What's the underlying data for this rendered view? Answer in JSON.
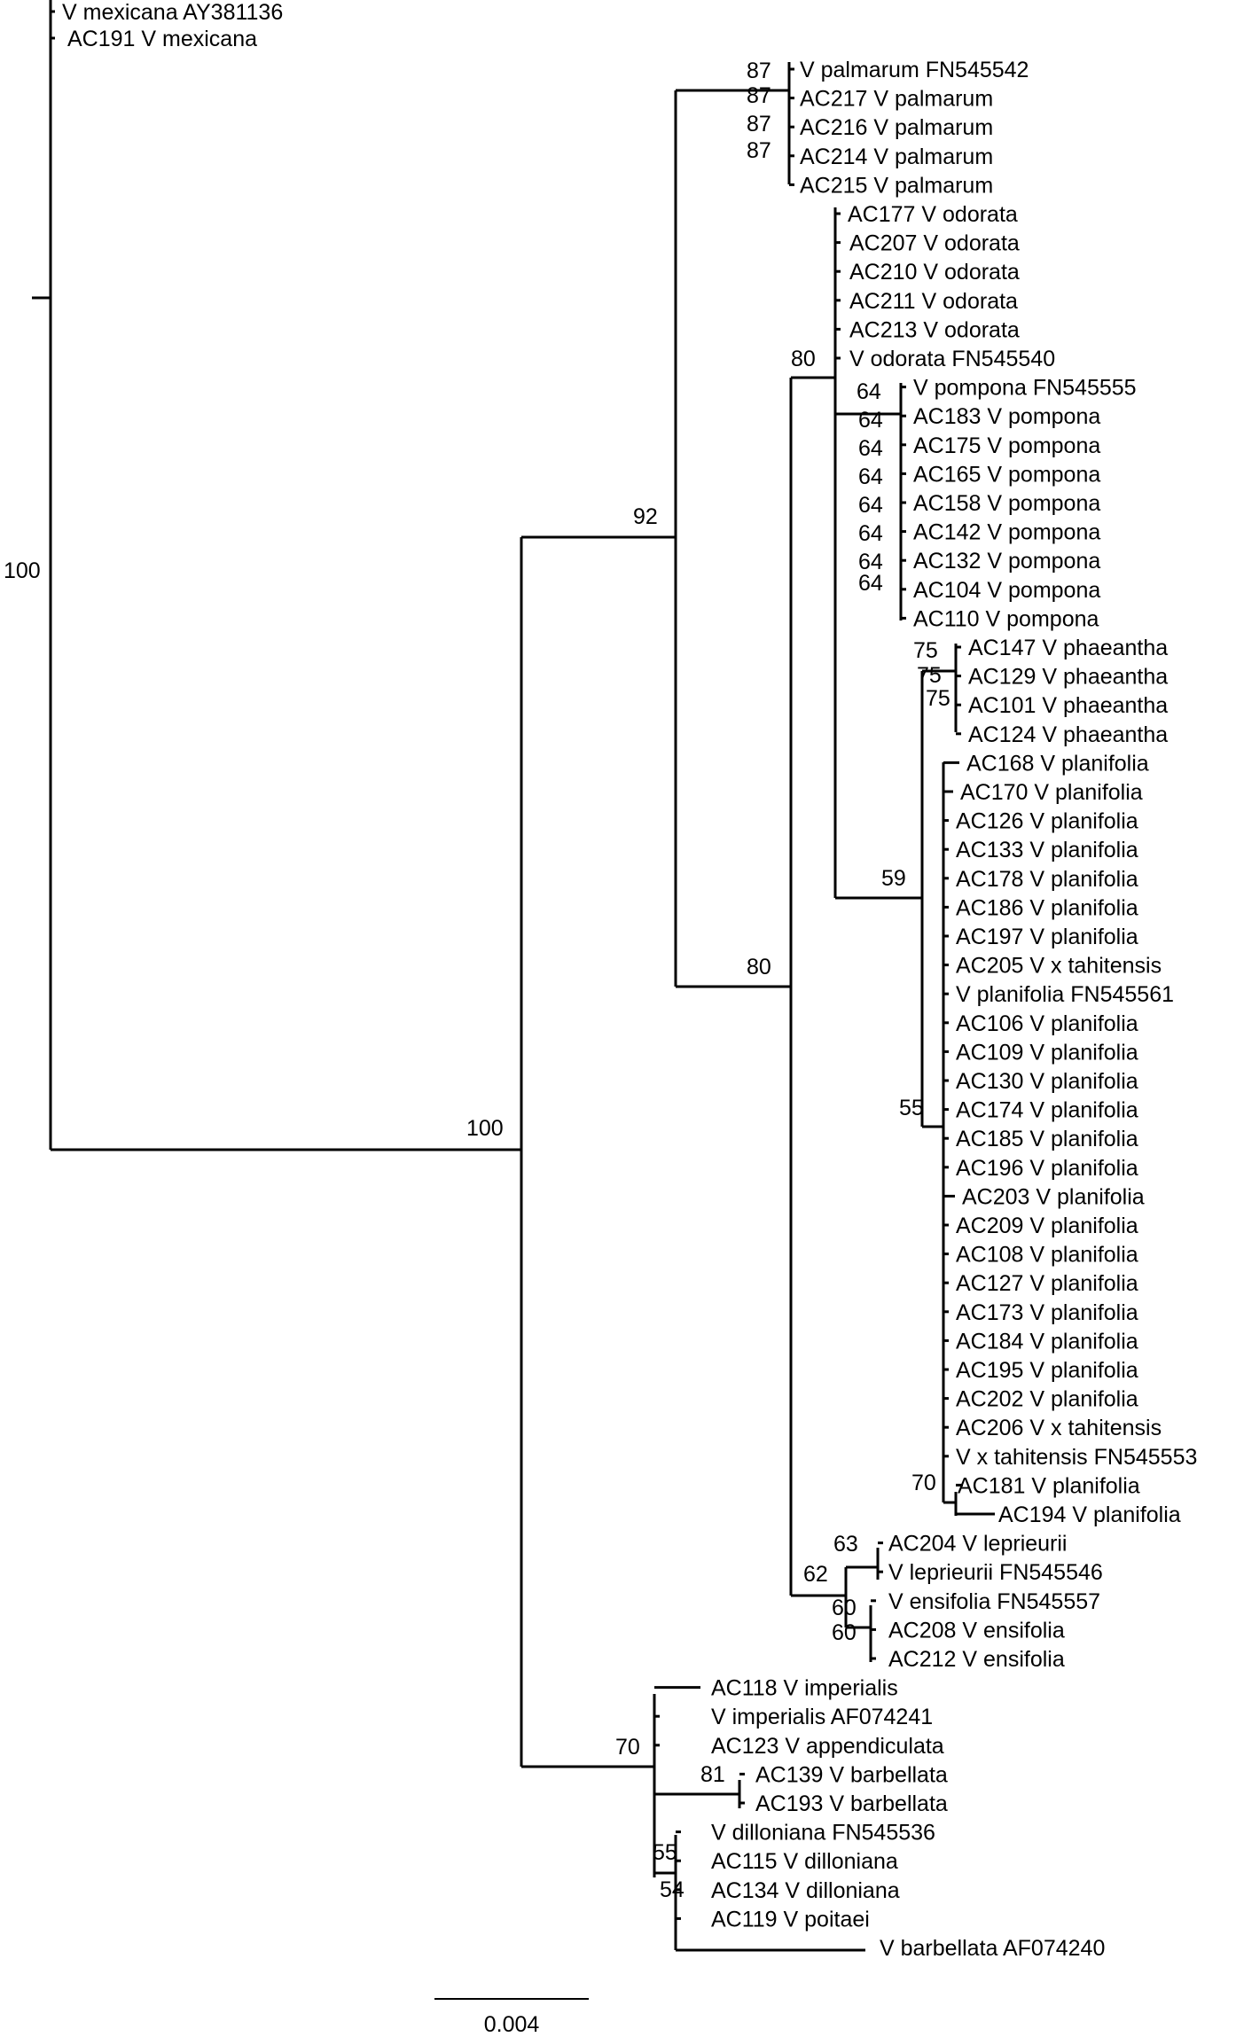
{
  "tree": {
    "leaves": [
      {
        "id": 0,
        "label": "V mexicana AY381136"
      },
      {
        "id": 1,
        "label": "AC191 V mexicana"
      },
      {
        "id": 2,
        "label": "V palmarum FN545542"
      },
      {
        "id": 3,
        "label": "AC217 V palmarum"
      },
      {
        "id": 4,
        "label": "AC216 V palmarum"
      },
      {
        "id": 5,
        "label": "AC214 V palmarum"
      },
      {
        "id": 6,
        "label": "AC215 V palmarum"
      },
      {
        "id": 7,
        "label": "AC177 V odorata"
      },
      {
        "id": 8,
        "label": "AC207 V odorata"
      },
      {
        "id": 9,
        "label": "AC210 V odorata"
      },
      {
        "id": 10,
        "label": "AC211 V odorata"
      },
      {
        "id": 11,
        "label": "AC213 V odorata"
      },
      {
        "id": 12,
        "label": "V odorata FN545540"
      },
      {
        "id": 13,
        "label": "V pompona FN545555"
      },
      {
        "id": 14,
        "label": "AC183 V pompona"
      },
      {
        "id": 15,
        "label": "AC175 V pompona"
      },
      {
        "id": 16,
        "label": "AC165 V pompona"
      },
      {
        "id": 17,
        "label": "AC158 V pompona"
      },
      {
        "id": 18,
        "label": "AC142 V pompona"
      },
      {
        "id": 19,
        "label": "AC132 V pompona"
      },
      {
        "id": 20,
        "label": "AC104 V pompona"
      },
      {
        "id": 21,
        "label": "AC110 V pompona"
      },
      {
        "id": 22,
        "label": "AC147 V phaeantha"
      },
      {
        "id": 23,
        "label": "AC129 V phaeantha"
      },
      {
        "id": 24,
        "label": "AC101 V phaeantha"
      },
      {
        "id": 25,
        "label": "AC124 V phaeantha"
      },
      {
        "id": 26,
        "label": "AC168 V planifolia"
      },
      {
        "id": 27,
        "label": "AC170 V planifolia"
      },
      {
        "id": 28,
        "label": "AC126 V planifolia"
      },
      {
        "id": 29,
        "label": "AC133 V planifolia"
      },
      {
        "id": 30,
        "label": "AC178 V planifolia"
      },
      {
        "id": 31,
        "label": "AC186 V planifolia"
      },
      {
        "id": 32,
        "label": "AC197 V planifolia"
      },
      {
        "id": 33,
        "label": "AC205 V x tahitensis"
      },
      {
        "id": 34,
        "label": "V planifolia FN545561"
      },
      {
        "id": 35,
        "label": "AC106 V planifolia"
      },
      {
        "id": 36,
        "label": "AC109 V planifolia"
      },
      {
        "id": 37,
        "label": "AC130 V planifolia"
      },
      {
        "id": 38,
        "label": "AC174 V planifolia"
      },
      {
        "id": 39,
        "label": "AC185 V planifolia"
      },
      {
        "id": 40,
        "label": "AC196 V planifolia"
      },
      {
        "id": 41,
        "label": "AC203 V planifolia"
      },
      {
        "id": 42,
        "label": "AC209 V planifolia"
      },
      {
        "id": 43,
        "label": "AC108 V planifolia"
      },
      {
        "id": 44,
        "label": "AC127 V planifolia"
      },
      {
        "id": 45,
        "label": "AC173 V planifolia"
      },
      {
        "id": 46,
        "label": "AC184 V planifolia"
      },
      {
        "id": 47,
        "label": "AC195 V planifolia"
      },
      {
        "id": 48,
        "label": "AC202 V planifolia"
      },
      {
        "id": 49,
        "label": "AC206 V x tahitensis"
      },
      {
        "id": 50,
        "label": "V x tahitensis FN545553"
      },
      {
        "id": 51,
        "label": "AC181 V planifolia"
      },
      {
        "id": 52,
        "label": "AC194 V planifolia"
      },
      {
        "id": 53,
        "label": "AC204 V leprieurii"
      },
      {
        "id": 54,
        "label": "V leprieurii FN545546"
      },
      {
        "id": 55,
        "label": "V ensifolia FN545557"
      },
      {
        "id": 56,
        "label": "AC208 V ensifolia"
      },
      {
        "id": 57,
        "label": "AC212 V ensifolia"
      },
      {
        "id": 58,
        "label": "AC118 V imperialis"
      },
      {
        "id": 59,
        "label": "V imperialis AF074241"
      },
      {
        "id": 60,
        "label": "AC123 V appendiculata"
      },
      {
        "id": 61,
        "label": "AC139 V barbellata"
      },
      {
        "id": 62,
        "label": "AC193 V barbellata"
      },
      {
        "id": 63,
        "label": "V dilloniana FN545536"
      },
      {
        "id": 64,
        "label": "AC115 V dilloniana"
      },
      {
        "id": 65,
        "label": "AC134 V dilloniana"
      },
      {
        "id": 66,
        "label": "AC119 V poitaei"
      },
      {
        "id": 67,
        "label": "V barbellata AF074240"
      }
    ],
    "support_values": [
      {
        "clade": "root",
        "value": "100"
      },
      {
        "clade": "ingroup",
        "value": "100"
      },
      {
        "clade": "palmarum-odorata-planifolia",
        "value": "92"
      },
      {
        "clade": "palmarum",
        "value": "87"
      },
      {
        "clade": "palmarum-sub-1",
        "value": "87"
      },
      {
        "clade": "palmarum-sub-2",
        "value": "87"
      },
      {
        "clade": "palmarum-sub-3",
        "value": "87"
      },
      {
        "clade": "odorata-planifolia-leprieurii",
        "value": "80"
      },
      {
        "clade": "odorata-planifolia",
        "value": "80"
      },
      {
        "clade": "pompona",
        "value": "64"
      },
      {
        "clade": "pompona-sub-1",
        "value": "64"
      },
      {
        "clade": "pompona-sub-2",
        "value": "64"
      },
      {
        "clade": "pompona-sub-3",
        "value": "64"
      },
      {
        "clade": "pompona-sub-4",
        "value": "64"
      },
      {
        "clade": "pompona-sub-5",
        "value": "64"
      },
      {
        "clade": "pompona-sub-6",
        "value": "64"
      },
      {
        "clade": "pompona-sub-7",
        "value": "64"
      },
      {
        "clade": "phaeantha-planifolia",
        "value": "59"
      },
      {
        "clade": "phaeantha",
        "value": "75"
      },
      {
        "clade": "phaeantha-sub-1",
        "value": "75"
      },
      {
        "clade": "phaeantha-sub-2",
        "value": "75"
      },
      {
        "clade": "planifolia",
        "value": "55"
      },
      {
        "clade": "planifolia-ac181-ac194",
        "value": "70"
      },
      {
        "clade": "leprieurii-ensifolia",
        "value": "62"
      },
      {
        "clade": "leprieurii",
        "value": "63"
      },
      {
        "clade": "ensifolia",
        "value": "60"
      },
      {
        "clade": "ensifolia-sub",
        "value": "60"
      },
      {
        "clade": "imperialis-group",
        "value": "70"
      },
      {
        "clade": "barbellata",
        "value": "81"
      },
      {
        "clade": "dilloniana",
        "value": "55"
      },
      {
        "clade": "dilloniana-sub",
        "value": "54"
      }
    ],
    "scale_bar": {
      "label": "0.004",
      "length": 0.004
    }
  }
}
